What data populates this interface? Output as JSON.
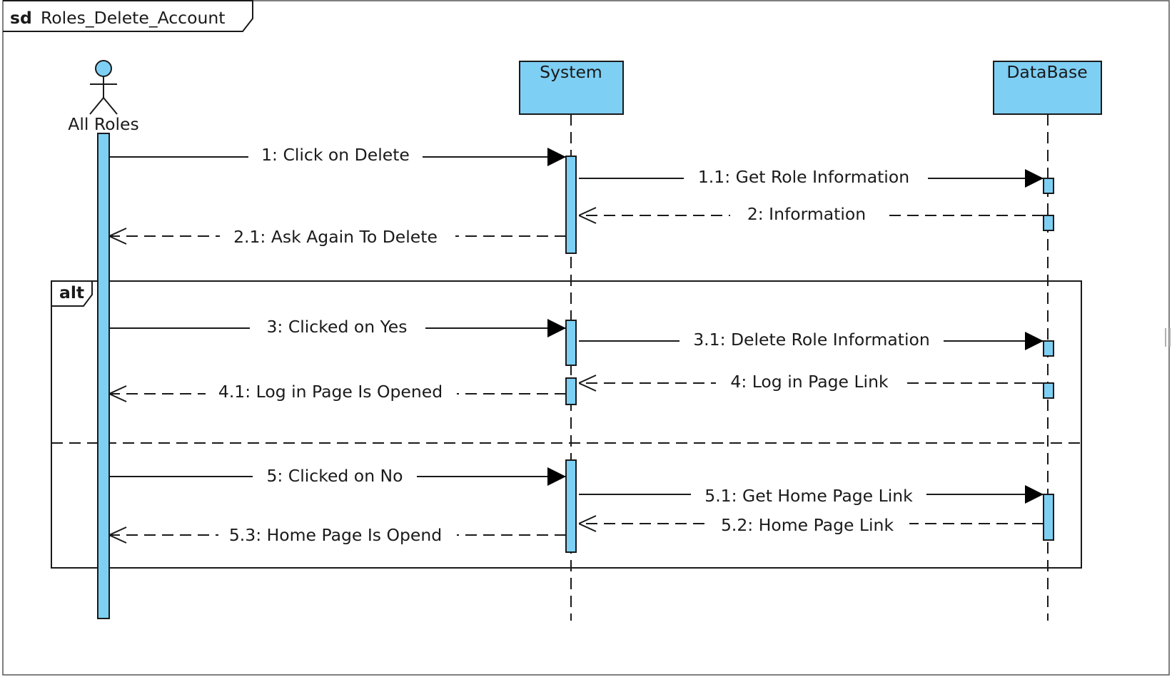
{
  "frame": {
    "keyword": "sd",
    "name": "Roles_Delete_Account"
  },
  "lifelines": [
    {
      "id": "actor",
      "kind": "actor",
      "name": "All Roles"
    },
    {
      "id": "system",
      "kind": "object",
      "name": "System"
    },
    {
      "id": "db",
      "kind": "object",
      "name": "DataBase"
    }
  ],
  "fragment": {
    "operator": "alt"
  },
  "messages": [
    {
      "label": "1: Click on Delete",
      "from": "actor",
      "to": "system",
      "kind": "sync"
    },
    {
      "label": "1.1: Get Role Information",
      "from": "system",
      "to": "db",
      "kind": "sync"
    },
    {
      "label": "2: Information",
      "from": "db",
      "to": "system",
      "kind": "reply"
    },
    {
      "label": "2.1: Ask Again To Delete",
      "from": "system",
      "to": "actor",
      "kind": "reply"
    },
    {
      "label": "3: Clicked on Yes",
      "from": "actor",
      "to": "system",
      "kind": "sync"
    },
    {
      "label": "3.1: Delete Role Information",
      "from": "system",
      "to": "db",
      "kind": "sync"
    },
    {
      "label": "4: Log in Page Link",
      "from": "db",
      "to": "system",
      "kind": "reply"
    },
    {
      "label": "4.1: Log in Page Is Opened",
      "from": "system",
      "to": "actor",
      "kind": "reply"
    },
    {
      "label": "5: Clicked on No",
      "from": "actor",
      "to": "system",
      "kind": "sync"
    },
    {
      "label": "5.1: Get Home Page Link",
      "from": "system",
      "to": "db",
      "kind": "sync"
    },
    {
      "label": "5.2: Home Page Link",
      "from": "db",
      "to": "system",
      "kind": "reply"
    },
    {
      "label": "5.3: Home Page Is Opend",
      "from": "system",
      "to": "actor",
      "kind": "reply"
    }
  ],
  "colors": {
    "lifeline_fill": "#7ecff4",
    "line": "#1a1a1a",
    "background": "#ffffff"
  }
}
